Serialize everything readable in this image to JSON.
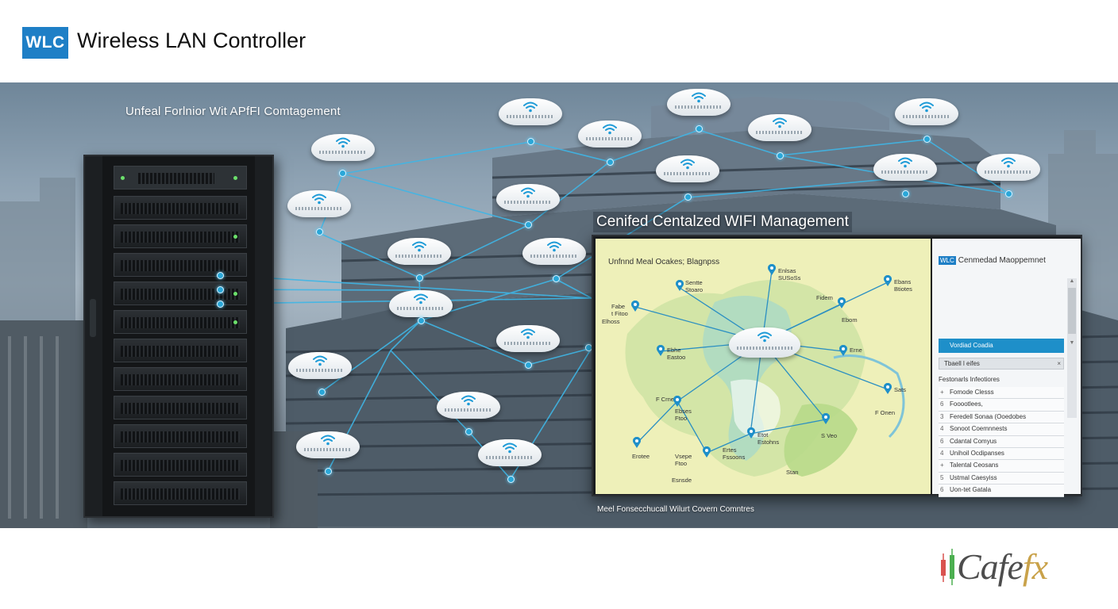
{
  "header": {
    "logo": "WLC",
    "title": "Wireless LAN Controller"
  },
  "hero": {
    "caption": "Unfeal Forlnior Wit APfFI Comtagement"
  },
  "panel": {
    "title": "Cenifed Centalzed WIFI Management",
    "footer": "Meel Fonsecchucall Wilurt Covern Comntres",
    "map": {
      "title": "Unfnnd Meal Ocakes; Blagnpss",
      "labels": [
        "Sentte\nStoaro",
        "Enlsas\nSUSoSs",
        "Ebans\nBtiotes",
        "Fidem",
        "Ebom",
        "Fabe\nt Fitoo",
        "Ebhe\nEastoo",
        "F Crne",
        "Ebses\nFtoo",
        "Erne",
        "Sats",
        "S Veo",
        "Etot\nEstohns",
        "Erotee",
        "Vsepe\nFtoo",
        "Ertes\nFssoons",
        "Elhoss",
        "Esnsde",
        "Stan",
        "F Onen"
      ]
    },
    "sidebar": {
      "tag": "WLC",
      "header": "Cenmedad Maoppemnet",
      "selected": "Vordiad Coadia",
      "search": "Tbaell l eifes",
      "subtitle": "Festonarls Infeotiores",
      "items": [
        {
          "num": "+",
          "label": "Fomode Clesss"
        },
        {
          "num": "6",
          "label": "Fooootlees,"
        },
        {
          "num": "3",
          "label": "Feredell Sonaa (Ooedobes"
        },
        {
          "num": "4",
          "label": "Sonoot Coemnnests"
        },
        {
          "num": "6",
          "label": "Cdantal Comyus"
        },
        {
          "num": "4",
          "label": "Unihoil Ocdipanses"
        },
        {
          "num": "+",
          "label": "Talental Ceosans"
        },
        {
          "num": "5",
          "label": "Ustmal Caesyiss"
        },
        {
          "num": "6",
          "label": "Uon-tet Gatala"
        }
      ]
    }
  },
  "brand": {
    "name": "Cafe",
    "suffix": "fx"
  },
  "colors": {
    "accent": "#1e7fc6",
    "link_line": "#3fb6e6",
    "map_land": "#eef0b9",
    "brand_gold": "#c9a24a"
  },
  "icons": [
    "wifi-icon",
    "map-pin-icon",
    "close-icon",
    "chevron-up-icon",
    "chevron-down-icon"
  ]
}
